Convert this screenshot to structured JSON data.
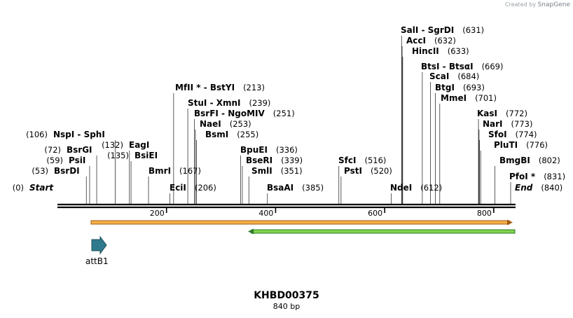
{
  "watermark": {
    "prefix": "Created by",
    "brand": "SnapGene"
  },
  "map": {
    "name": "KHBD00375",
    "length_label": "840 bp",
    "length": 840
  },
  "sites": [
    {
      "name": "Start",
      "pos": 0,
      "italic": true
    },
    {
      "name": "BsrDI",
      "pos": 53
    },
    {
      "name": "PsiI",
      "pos": 59
    },
    {
      "name": "BsrGI",
      "pos": 72
    },
    {
      "name": "NspI  -  SphI",
      "pos": 106
    },
    {
      "name": "EagI",
      "pos": 132
    },
    {
      "name": "BsiEI",
      "pos": 135
    },
    {
      "name": "BmrI",
      "pos": 167
    },
    {
      "name": "EciI",
      "pos": 206
    },
    {
      "name": "MfII *  -  BstYI",
      "pos": 213
    },
    {
      "name": "StuI  -  XmnI",
      "pos": 239
    },
    {
      "name": "BsrFI  -  NgoMIV",
      "pos": 251
    },
    {
      "name": "NaeI",
      "pos": 253
    },
    {
      "name": "BsmI",
      "pos": 255
    },
    {
      "name": "BpuEI",
      "pos": 336
    },
    {
      "name": "BseRI",
      "pos": 339
    },
    {
      "name": "SmlI",
      "pos": 351
    },
    {
      "name": "BsaAI",
      "pos": 385
    },
    {
      "name": "SfcI",
      "pos": 516
    },
    {
      "name": "PstI",
      "pos": 520
    },
    {
      "name": "NdeI",
      "pos": 612
    },
    {
      "name": "SalI  -  SgrDI",
      "pos": 631
    },
    {
      "name": "AccI",
      "pos": 632
    },
    {
      "name": "HincII",
      "pos": 633
    },
    {
      "name": "BtsI  -  BtsαI",
      "pos": 669
    },
    {
      "name": "ScaI",
      "pos": 684
    },
    {
      "name": "BtgI",
      "pos": 693
    },
    {
      "name": "MmeI",
      "pos": 701
    },
    {
      "name": "KasI",
      "pos": 772
    },
    {
      "name": "NarI",
      "pos": 773
    },
    {
      "name": "SfoI",
      "pos": 774
    },
    {
      "name": "PluTI",
      "pos": 776
    },
    {
      "name": "BmgBI",
      "pos": 802
    },
    {
      "name": "PfoI *",
      "pos": 831
    },
    {
      "name": "End",
      "pos": 840,
      "italic": true
    }
  ],
  "ticks": [
    {
      "label": "200",
      "pos": 200
    },
    {
      "label": "400",
      "pos": 400
    },
    {
      "label": "600",
      "pos": 600
    },
    {
      "label": "800",
      "pos": 800
    }
  ],
  "features": [
    {
      "name": "attB1",
      "type": "arrow",
      "color": "#2e7a8c"
    },
    {
      "name": "",
      "type": "orf-forward",
      "start": 60,
      "end": 840,
      "color": "#f0a020"
    },
    {
      "name": "",
      "type": "orf-reverse",
      "start": 355,
      "end": 840,
      "color": "#66cc33"
    }
  ],
  "colors": {
    "backbone": "#000000",
    "orange_fill": "#f3b04a",
    "green_fill": "#7fd34a"
  }
}
